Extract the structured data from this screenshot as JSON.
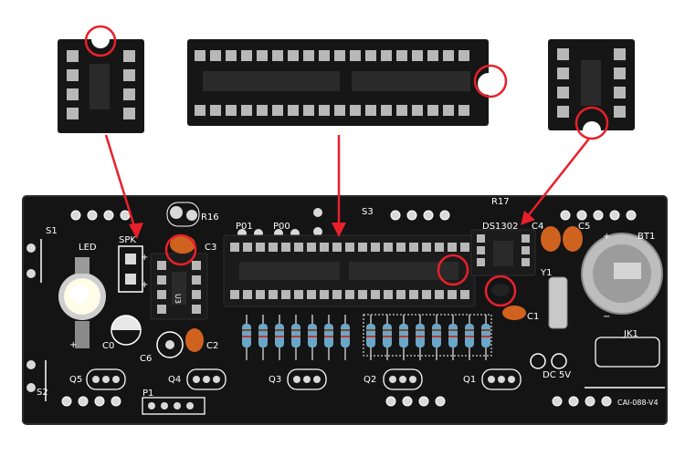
{
  "board": {
    "model": "CAI-088-V4",
    "labels": {
      "s1": "S1",
      "s2": "S2",
      "s3": "S3",
      "led": "LED",
      "spk": "SPK",
      "r16": "R16",
      "r17": "R17",
      "c0": "C0",
      "c1": "C1",
      "c2": "C2",
      "c3": "C3",
      "c4": "C4",
      "c5": "C5",
      "c6": "C6",
      "p01": "P01",
      "p00": "P00",
      "p1": "P1",
      "q1": "Q1",
      "q2": "Q2",
      "q3": "Q3",
      "q4": "Q4",
      "q5": "Q5",
      "u3": "U3",
      "ds1302": "DS1302",
      "bt1": "BT1",
      "jk1": "JK1",
      "y1": "Y1",
      "dc5v": "DC  5V",
      "plus": "+",
      "minus": "−"
    }
  },
  "callouts": {
    "color": "#e8202a",
    "socket_8pin_top_label": "8-pin socket (notch at top)",
    "socket_40pin_label": "40-pin socket (notch at right)",
    "socket_8pin_bottom_label": "8-pin socket (notch at bottom)"
  },
  "colors": {
    "pcb": "#141414",
    "socket": "#1b1b1b",
    "pin": "#b8b8b8",
    "pad": "#d9d9d9",
    "silkscreen": "#ffffff",
    "capacitor": "#d0621f",
    "resistor_body": "#6aa6c8"
  }
}
